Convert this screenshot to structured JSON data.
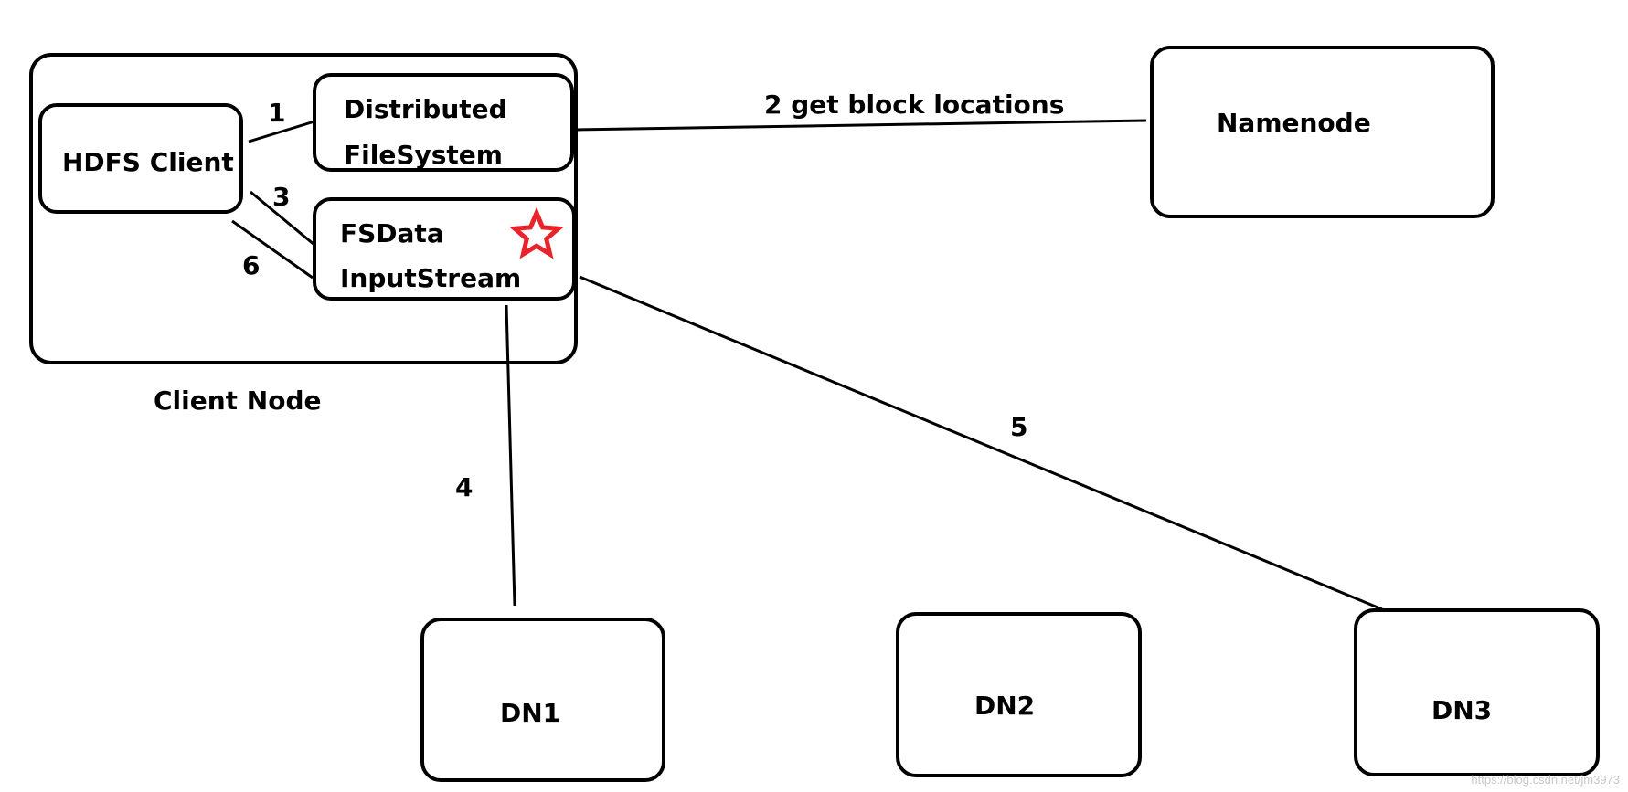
{
  "client_node": {
    "caption": "Client Node",
    "hdfs_client": "HDFS Client",
    "distributed_fs": {
      "line1": "Distributed",
      "line2": "FileSystem"
    },
    "fsdata_stream": {
      "line1": "FSData",
      "line2": "InputStream"
    }
  },
  "namenode": {
    "label": "Namenode"
  },
  "datanodes": [
    "DN1",
    "DN2",
    "DN3"
  ],
  "edges": {
    "e1": "1",
    "e2": "2 get block locations",
    "e3": "3",
    "e4": "4",
    "e5": "5",
    "e6": "6"
  },
  "star_icon": {
    "name": "star-icon",
    "color": "#e8232a"
  },
  "watermark": "https://blog.csdn.net/jm3973"
}
